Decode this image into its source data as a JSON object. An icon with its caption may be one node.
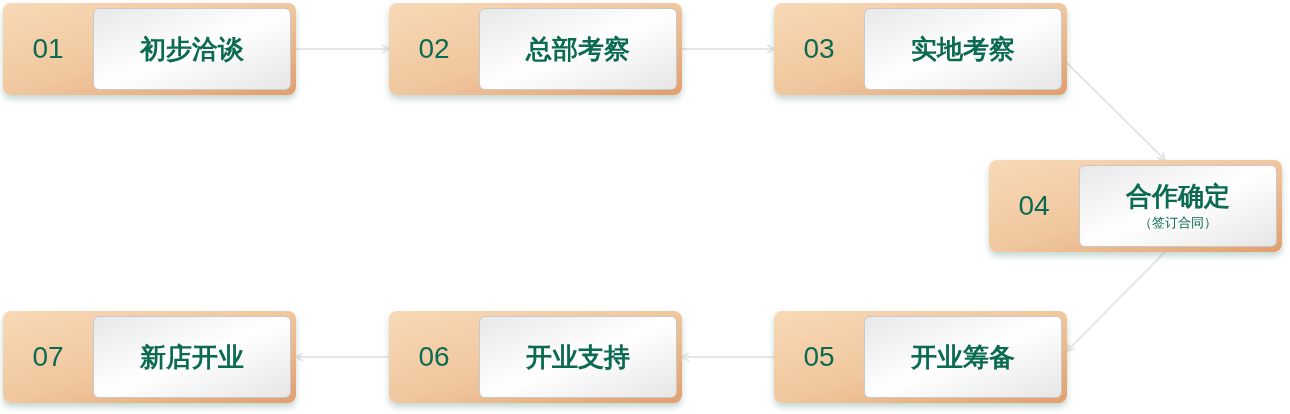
{
  "diagram": {
    "nodes": [
      {
        "text": [
          "01",
          "初步洽谈"
        ]
      },
      {
        "text": [
          "02",
          "总部考察"
        ]
      },
      {
        "text": [
          "03",
          "实地考察"
        ]
      },
      {
        "text": [
          "04",
          "合作确定",
          "（签订合同）"
        ]
      },
      {
        "text": [
          "05",
          "开业筹备"
        ]
      },
      {
        "text": [
          "06",
          "开业支持"
        ]
      },
      {
        "text": [
          "07",
          "新店开业"
        ]
      }
    ],
    "edges": [
      {
        "from": 0,
        "to": 1,
        "arrow": "to"
      },
      {
        "from": 1,
        "to": 2,
        "arrow": "to"
      },
      {
        "from": 2,
        "to": 3,
        "arrow": "to"
      },
      {
        "from": 3,
        "to": 4,
        "arrow": "to"
      },
      {
        "from": 4,
        "to": 5,
        "arrow": "to"
      },
      {
        "from": 5,
        "to": 6,
        "arrow": "to"
      }
    ]
  }
}
